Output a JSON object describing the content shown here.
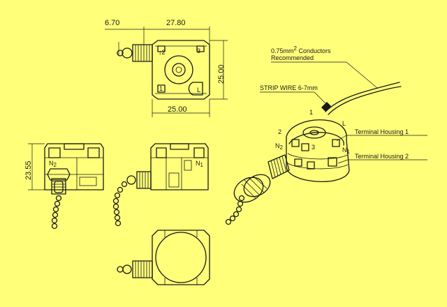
{
  "dimensions": {
    "offset": "6.70",
    "width_top": "27.80",
    "height_right": "25.00",
    "width_bottom": "25.00",
    "height_side": "23.55"
  },
  "terminals": {
    "t1": "1",
    "t2": "2",
    "t3": "3",
    "tL": "L",
    "n2": "N",
    "n2_sub": "2",
    "n1": "N",
    "n1_sub": "1"
  },
  "callouts": {
    "conductors_line1_a": "0.75mm",
    "conductors_line1_sup": "2",
    "conductors_line1_b": " Conductors",
    "conductors_line2": "Recommended",
    "strip_wire": "STRIP WIRE 6-7mm",
    "housing1": "Terminal Housing 1",
    "housing2": "Terminal Housing 2"
  },
  "colors": {
    "background": "#ffff7a",
    "line": "#1a1a1a"
  }
}
